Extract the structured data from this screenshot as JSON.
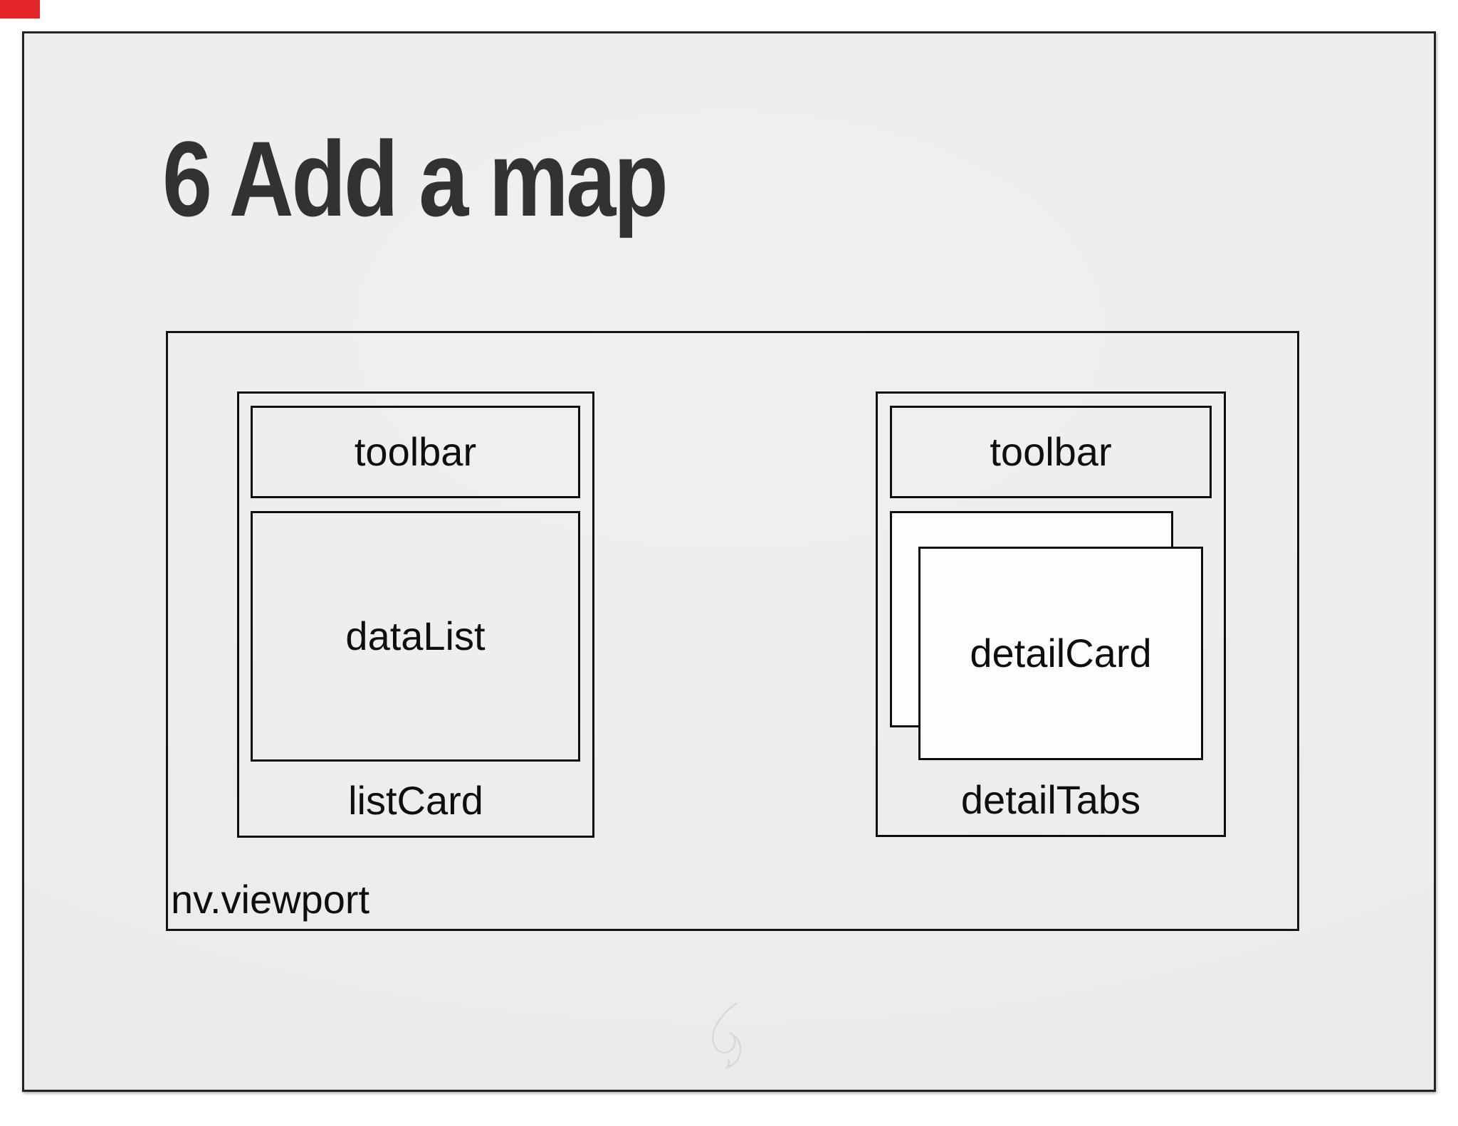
{
  "page": {
    "background_color": "#ffffff"
  },
  "corner_tag": {
    "color": "#e42529"
  },
  "slide": {
    "title": "6 Add a map",
    "title_color": "#323234",
    "background_color": "#ececed",
    "border_color": "#232323"
  },
  "diagram": {
    "viewport_label": "nv.viewport",
    "box_border_color": "#0e0e0e",
    "card_fill_color": "#fdfdfe",
    "list_card": {
      "toolbar_label": "toolbar",
      "data_list_label": "dataList",
      "card_label": "listCard"
    },
    "detail_tabs": {
      "toolbar_label": "toolbar",
      "detail_card_label": "detailCard",
      "tabs_label": "detailTabs"
    },
    "watermark_icon": "swirl-watermark",
    "watermark_color": "#d7d7db"
  }
}
